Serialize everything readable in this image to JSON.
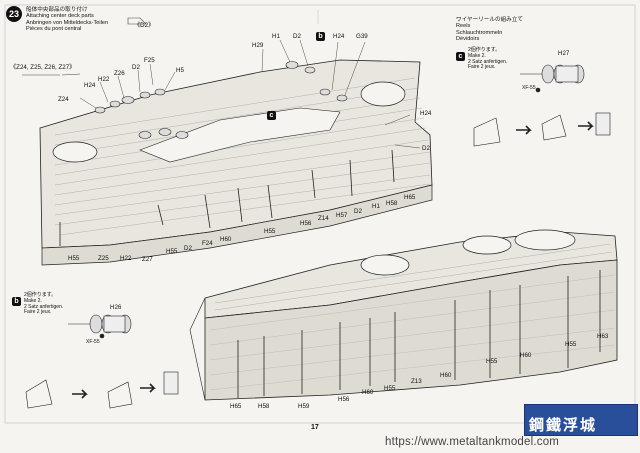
{
  "step": {
    "number": "23",
    "header_lines": [
      "船体中央部品の取り付け",
      "Attaching center deck parts",
      "Anbringen von Mitteldecks-Teilen",
      "Pièces du pont central"
    ],
    "sub_ref": "《D2》",
    "sub_variants": "《Z24, Z25, Z26, Z27》"
  },
  "reels": {
    "header_lines": [
      "ワイヤーリールの組み立て",
      "Reels",
      "Schlauchtrommeln",
      "Dévidoirs"
    ],
    "c_letter": "c",
    "c_make_lines": [
      "2個作ります。",
      "Make 2.",
      "2 Satz anfertigen.",
      "Faire 2 jeux."
    ],
    "b_letter": "b",
    "b_make_lines": [
      "2個作ります。",
      "Make 2.",
      "2 Satz anfertigen.",
      "Faire 2 jeux."
    ],
    "c_part": "H27",
    "b_part": "H26",
    "xp_part": "XF-55"
  },
  "callouts": {
    "box_b": "b",
    "box_c": "c",
    "labels": [
      "H1",
      "D2",
      "H24",
      "G39",
      "H29",
      "F25",
      "H5",
      "D2",
      "Z26",
      "H22",
      "H24",
      "Z24",
      "H24",
      "D2",
      "H56",
      "H57",
      "D2",
      "H1",
      "Z14",
      "H58",
      "H65",
      "H55",
      "H60",
      "F24",
      "D2",
      "H55",
      "H55",
      "Z25",
      "H22",
      "Z27",
      "H55",
      "H63",
      "H55",
      "H60",
      "H60",
      "Z13",
      "H55",
      "H56",
      "H60",
      "H59",
      "H58",
      "H65"
    ]
  },
  "footer": {
    "page_number": "17",
    "url": "https://www.metaltankmodel.com",
    "logo_text": "鋼鐵浮城"
  }
}
